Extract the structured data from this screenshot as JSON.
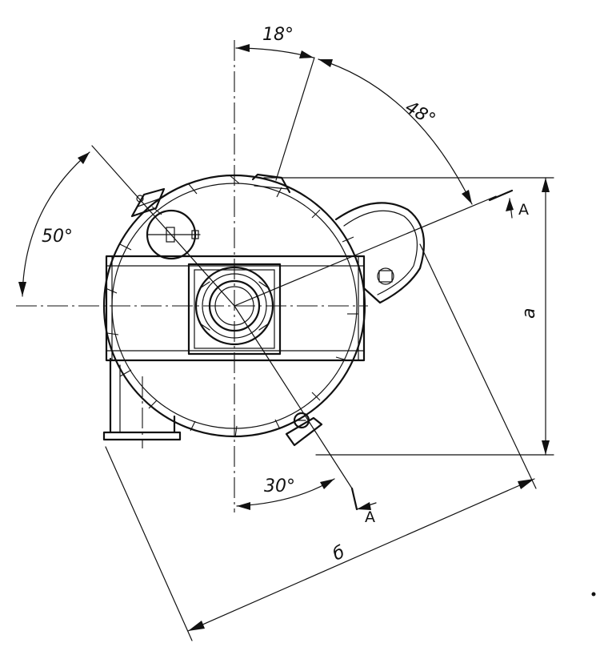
{
  "labels": {
    "angle_top_small": "18°",
    "angle_top_large": "48°",
    "angle_left": "50°",
    "angle_bottom": "30°",
    "dimension_vertical": "a",
    "dimension_diagonal": "б",
    "section_mark_top": "A",
    "section_mark_bottom": "A"
  }
}
